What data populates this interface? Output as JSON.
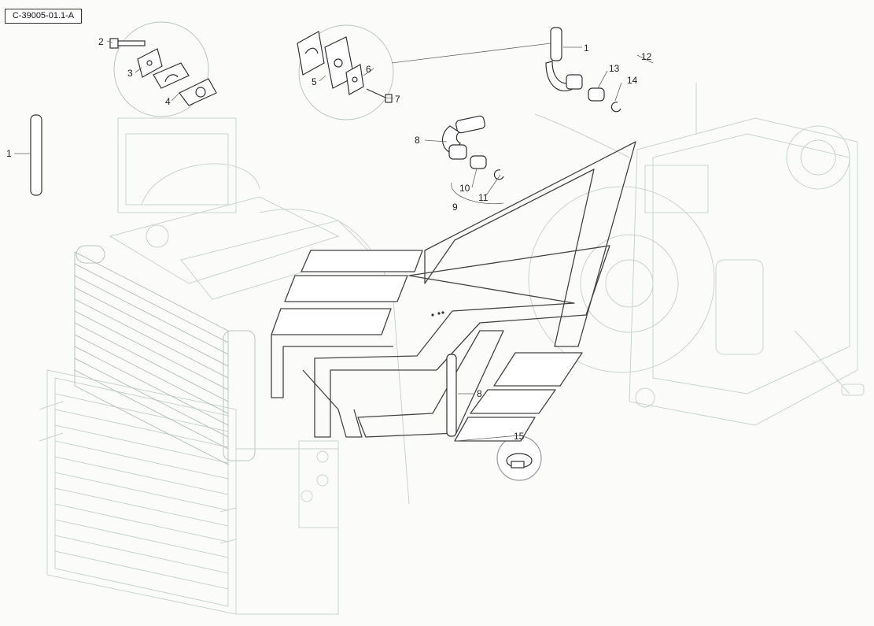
{
  "reference_code": "C-39005-01.1-A",
  "callouts": [
    {
      "id": "c1a",
      "text": "1"
    },
    {
      "id": "c2",
      "text": "2"
    },
    {
      "id": "c3",
      "text": "3"
    },
    {
      "id": "c4",
      "text": "4"
    },
    {
      "id": "c1b",
      "text": "1"
    },
    {
      "id": "c5",
      "text": "5"
    },
    {
      "id": "c6",
      "text": "6"
    },
    {
      "id": "c7",
      "text": "7"
    },
    {
      "id": "c1c",
      "text": "1"
    },
    {
      "id": "c12",
      "text": "12"
    },
    {
      "id": "c13",
      "text": "13"
    },
    {
      "id": "c14",
      "text": "14"
    },
    {
      "id": "c8a",
      "text": "8"
    },
    {
      "id": "c10",
      "text": "10"
    },
    {
      "id": "c11",
      "text": "11"
    },
    {
      "id": "c9",
      "text": "9"
    },
    {
      "id": "c8b",
      "text": "8"
    },
    {
      "id": "c15",
      "text": "15"
    }
  ]
}
